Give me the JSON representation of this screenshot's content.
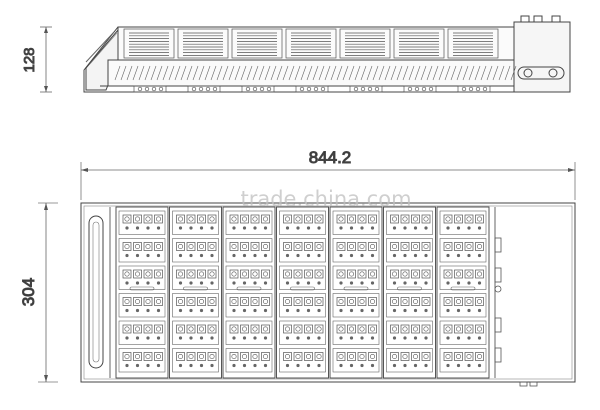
{
  "dimensions": {
    "side_height": "128",
    "top_width": "844.2",
    "top_height": "304"
  },
  "watermark": "trade.china.com",
  "colors": {
    "line": "#444444",
    "light_line": "#777777",
    "watermark": "#bfbfbf"
  }
}
